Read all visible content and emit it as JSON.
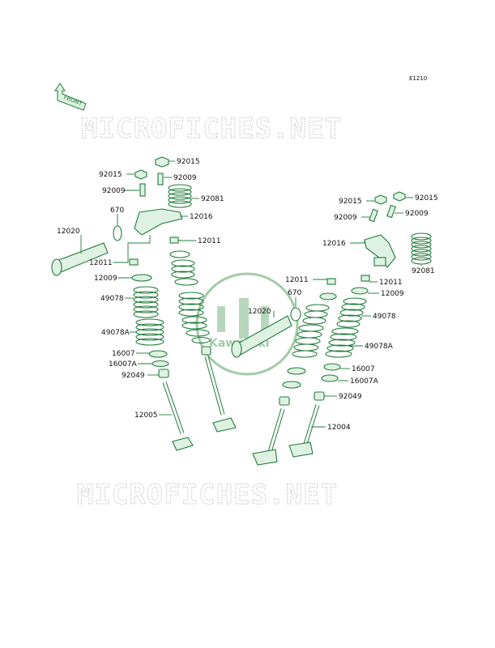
{
  "ref_code": "E1210",
  "front_label": "FRONT",
  "watermark_top": "MICROFICHES.NET",
  "watermark_bottom": "MICROFICHES.NET",
  "logo_text": "Kawasaki",
  "parts_left": {
    "nut_a": "92015",
    "nut_b": "92015",
    "bolt_a": "92009",
    "bolt_b": "92009",
    "spring_rocker": "92081",
    "oring": "670",
    "rocker_arm": "12016",
    "shaft": "12020",
    "cotter_upper": "12011",
    "cotter_lower": "12011",
    "retainer": "12009",
    "spring_outer": "49078",
    "spring_inner": "49078A",
    "seat": "16007",
    "seat_a": "16007A",
    "seal": "92049",
    "valve": "12005"
  },
  "parts_right": {
    "nut_a": "92015",
    "nut_b": "92015",
    "bolt_a": "92009",
    "bolt_b": "92009",
    "rocker_arm": "12016",
    "spring_rocker": "92081",
    "cotter_a": "12011",
    "cotter_b": "12011",
    "retainer": "12009",
    "oring": "670",
    "shaft": "12020",
    "spring_outer": "49078",
    "spring_inner": "49078A",
    "seat": "16007",
    "seat_a": "16007A",
    "seal": "92049",
    "valve": "12004"
  },
  "colors": {
    "line": "#1f7d3a",
    "fill": "#dff1e3",
    "watermark": "#c9c9c9",
    "logo": "#2e8b3c"
  }
}
